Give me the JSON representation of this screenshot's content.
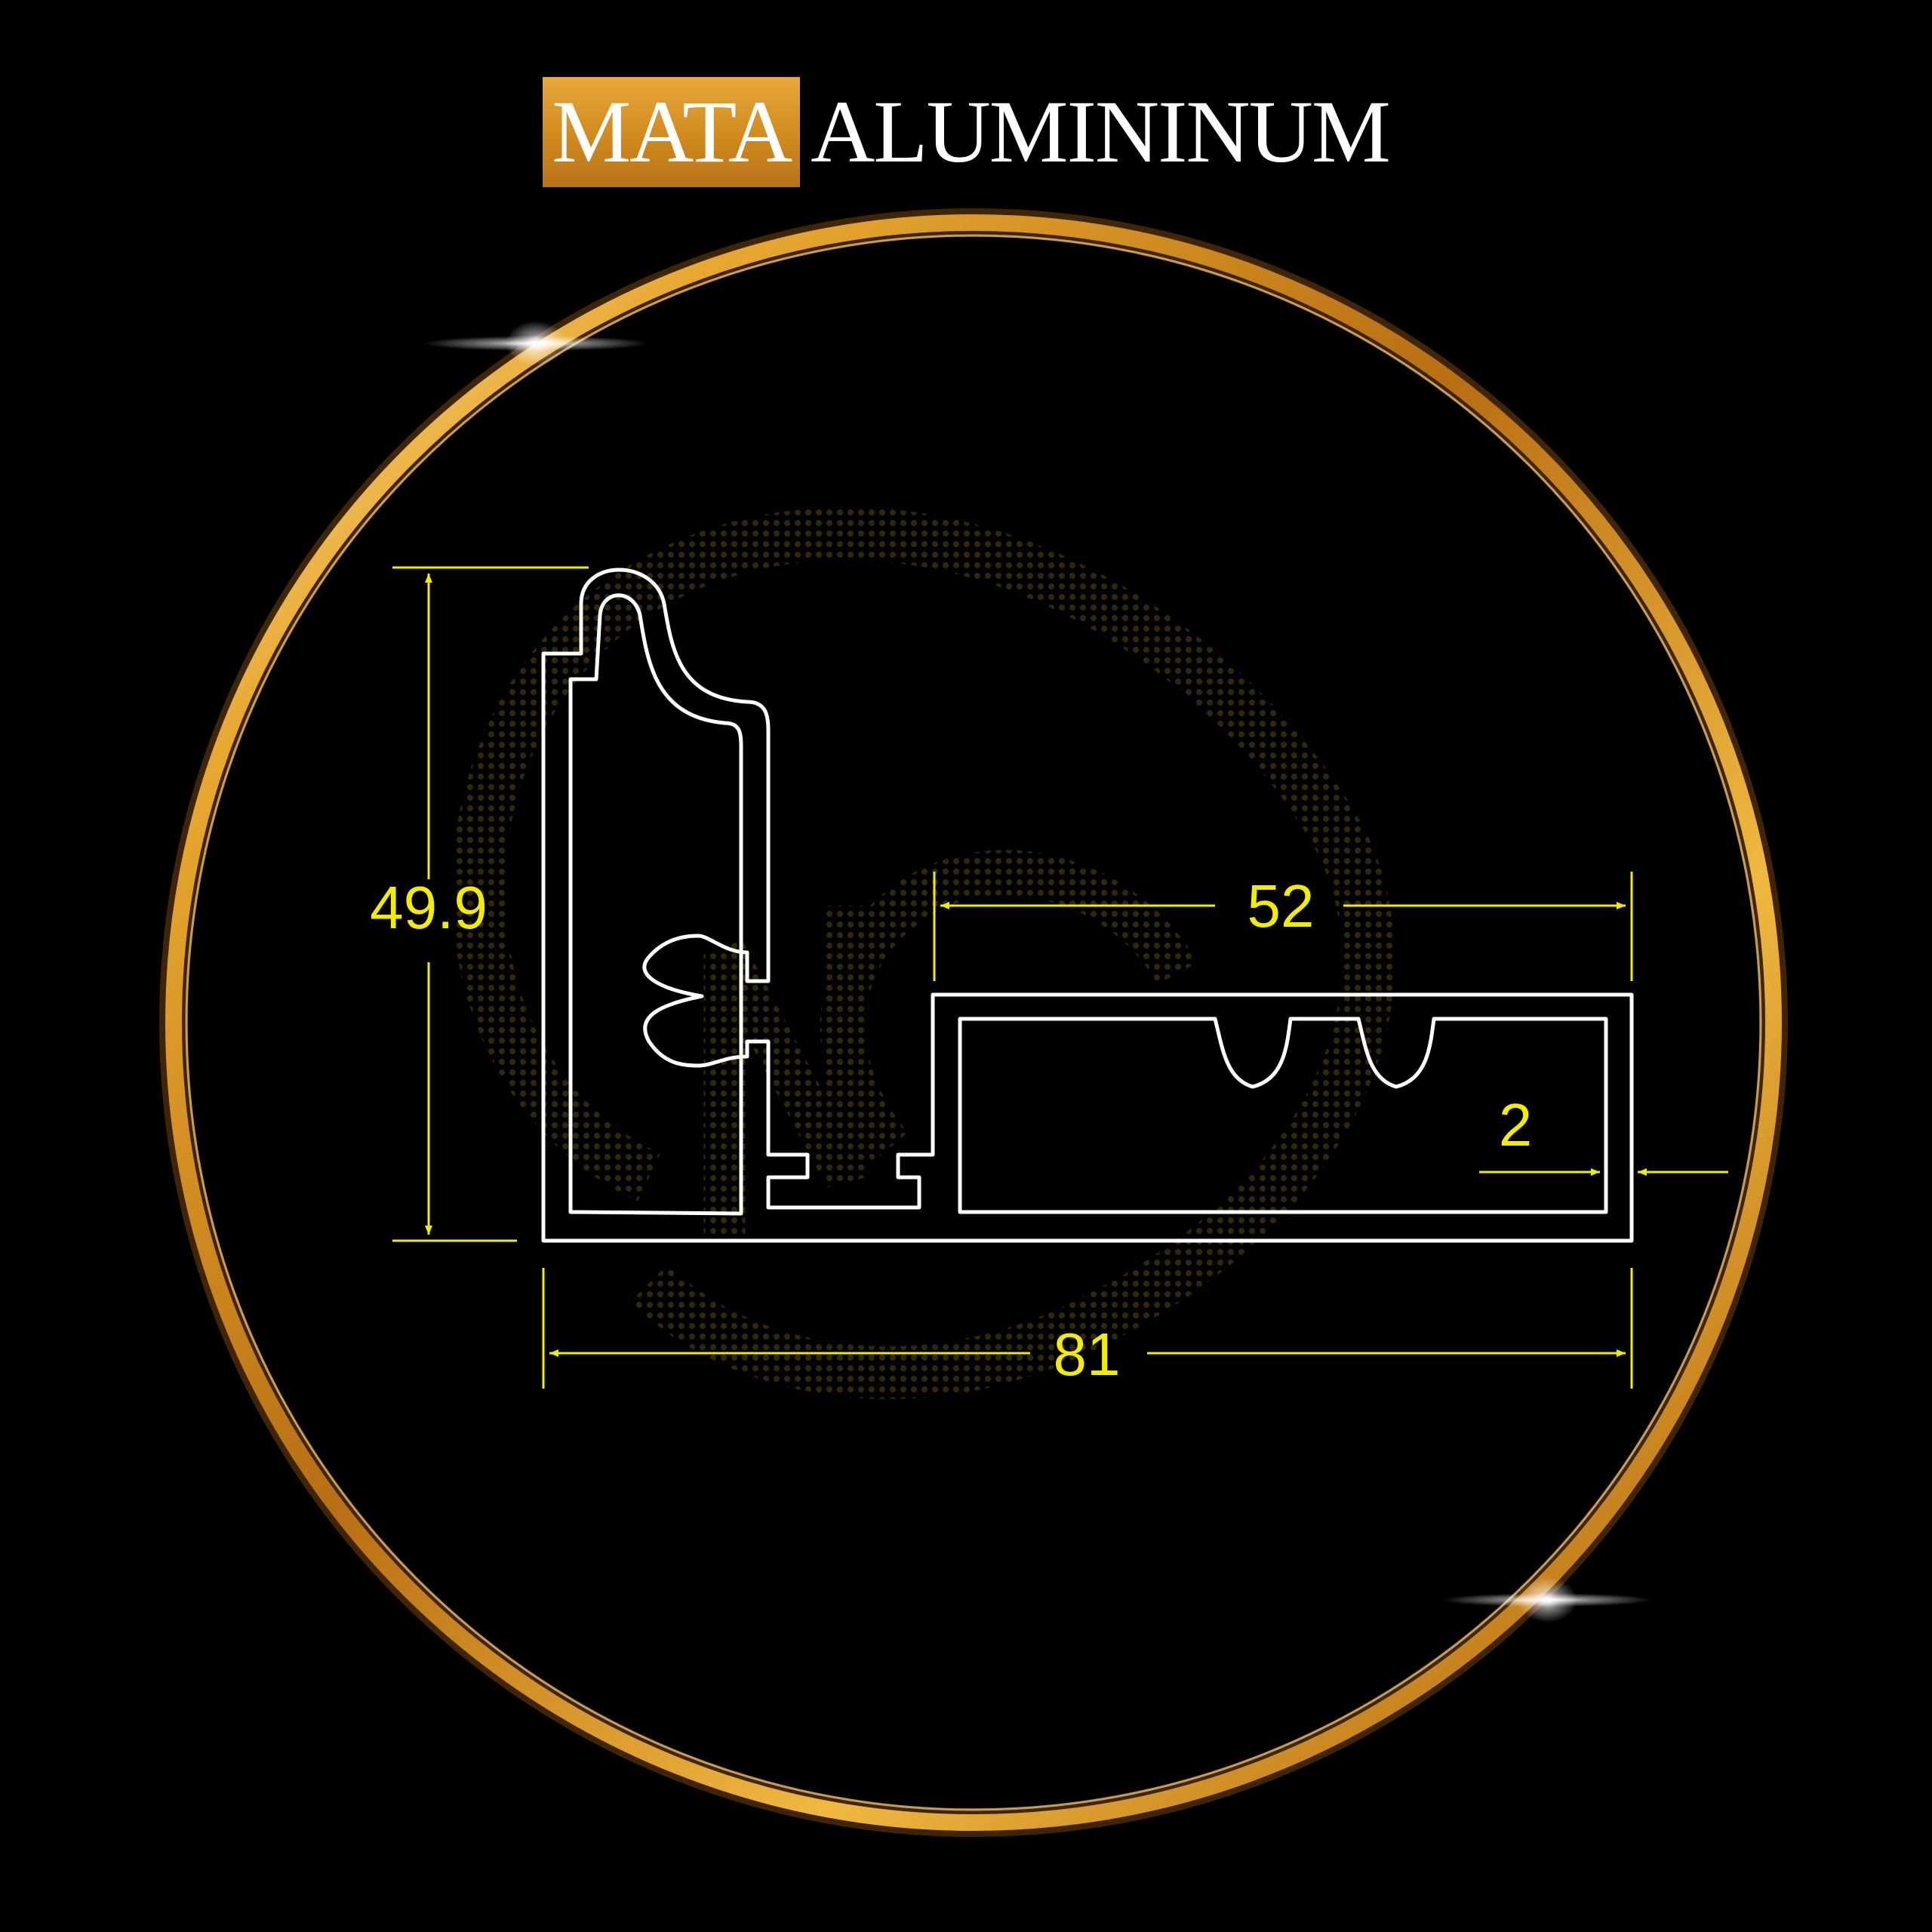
{
  "brand": {
    "highlight": "MATA",
    "rest": "ALUMININUM"
  },
  "dimensions": {
    "height": "49.9",
    "width_top": "52",
    "width_total": "81",
    "thickness": "2"
  },
  "colors": {
    "background": "#000000",
    "gold": "#e0a030",
    "dimension": "#f2ec00",
    "profile": "#ffffff"
  }
}
